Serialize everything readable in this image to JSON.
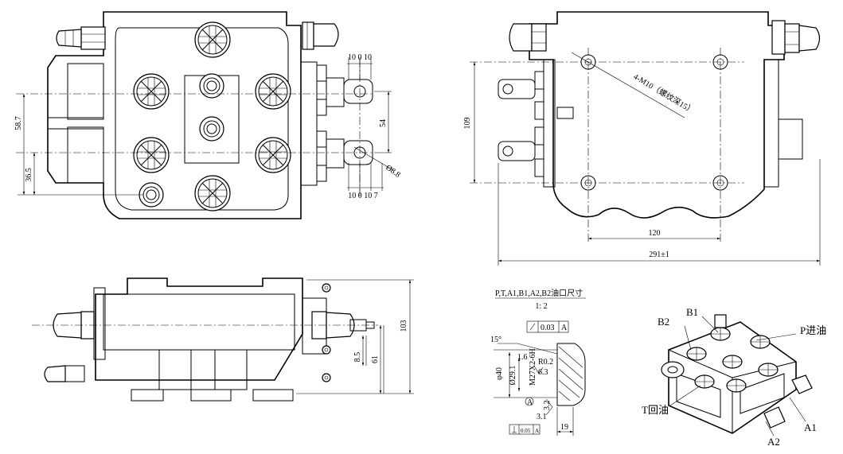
{
  "top_view": {
    "dims": {
      "d587": "58.7",
      "d365": "36.5",
      "d54": "54",
      "d88": "Ø8.8",
      "top_row": "10 0 10",
      "bottom_row": "10 0 10 7"
    }
  },
  "bottom_view": {
    "dims": {
      "d109": "109",
      "d120": "120",
      "d291": "291±1"
    },
    "hole_note": "4-M10（螺纹深15）"
  },
  "side_view": {
    "dims": {
      "d103": "103",
      "d85": "8.5",
      "d61": "61"
    }
  },
  "port_detail": {
    "title": "P,T,A1,B1,A2,B2油口尺寸",
    "scale": "1: 2",
    "tol_top": [
      "0.03",
      "A"
    ],
    "tol_bottom": [
      "0.05",
      "A"
    ],
    "angle": "15°",
    "d40": "φ40",
    "d29": "Ø29.1",
    "thread": "M27X2-6H",
    "r02": "R0.2",
    "ra63": "6.3",
    "ra16": "1.6",
    "d32": "3.2",
    "d31": "3.1",
    "datum": "A",
    "d19": "19"
  },
  "iso_view": {
    "labels": {
      "b1": "B1",
      "b2": "B2",
      "p": "P进油",
      "t": "T回油",
      "a1": "A1",
      "a2": "A2"
    }
  }
}
